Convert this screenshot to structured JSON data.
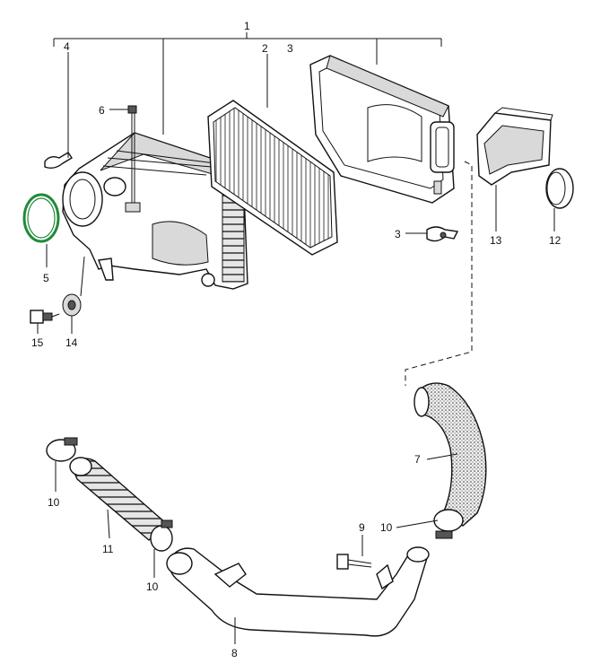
{
  "labels": {
    "l1": "1",
    "l2": "2",
    "l3a": "3",
    "l3b": "3",
    "l4": "4",
    "l5": "5",
    "l6": "6",
    "l7": "7",
    "l8": "8",
    "l9": "9",
    "l10a": "10",
    "l10b": "10",
    "l10c": "10",
    "l11": "11",
    "l12": "12",
    "l13": "13",
    "l14": "14",
    "l15": "15"
  },
  "colors": {
    "line": "#111111",
    "gasket": "#1f8a3a",
    "fill_shade": "#d9d9d9"
  }
}
